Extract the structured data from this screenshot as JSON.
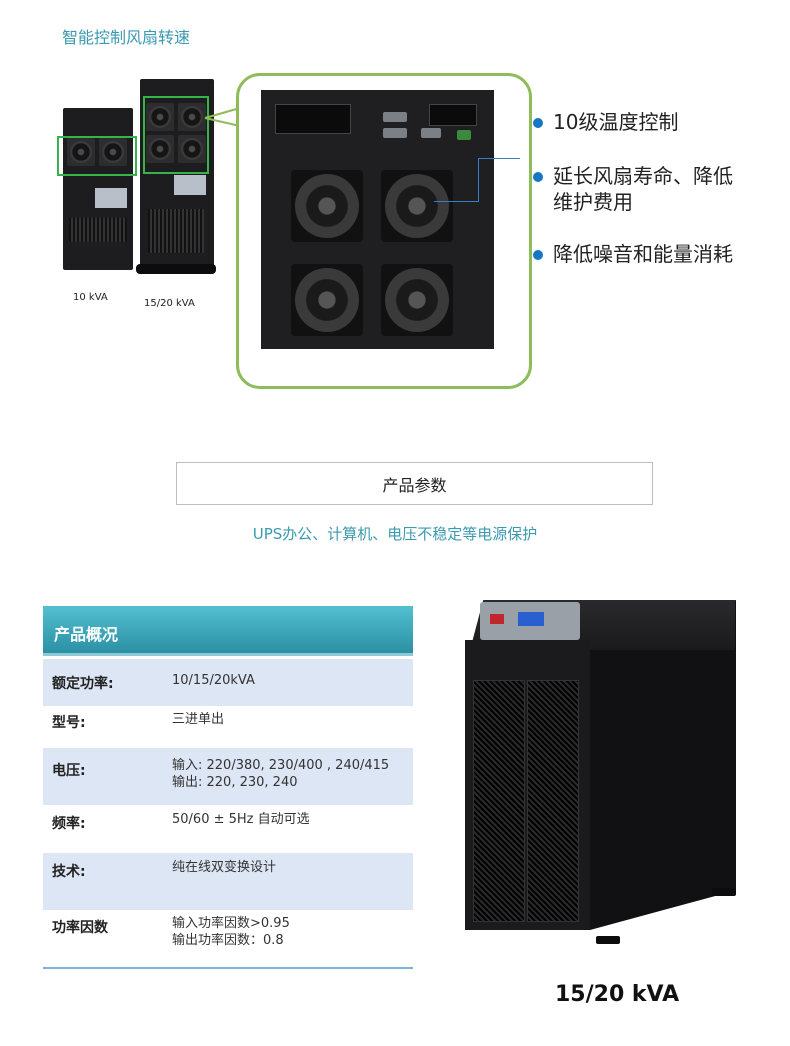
{
  "top": {
    "title": "智能控制风扇转速",
    "models": [
      "10 kVA",
      "15/20 kVA"
    ],
    "bullets": [
      "10级温度控制",
      "延长风扇寿命、降低",
      "维护费用",
      "降低噪音和能量消耗"
    ],
    "colors": {
      "accent": "#3a9ab0",
      "highlight": "#36b34a",
      "bullet": "#1877c4"
    }
  },
  "params": {
    "heading": "产品参数",
    "subtitle": "UPS办公、计算机、电压不稳定等电源保护"
  },
  "spec": {
    "title": "产品概况",
    "rows": [
      {
        "key": "额定功率:",
        "value": [
          "10/15/20kVA"
        ]
      },
      {
        "key": "型号:",
        "value": [
          "三进单出"
        ]
      },
      {
        "key": "电压:",
        "value": [
          "输入: 220/380, 230/400 , 240/415",
          "输出: 220, 230, 240"
        ]
      },
      {
        "key": "频率:",
        "value": [
          "50/60 ± 5Hz 自动可选"
        ]
      },
      {
        "key": "技术:",
        "value": [
          "纯在线双变换设计"
        ]
      },
      {
        "key": "功率因数",
        "value": [
          "输入功率因数>0.95",
          "输出功率因数：0.8"
        ]
      }
    ]
  },
  "product": {
    "caption": "15/20 kVA"
  }
}
